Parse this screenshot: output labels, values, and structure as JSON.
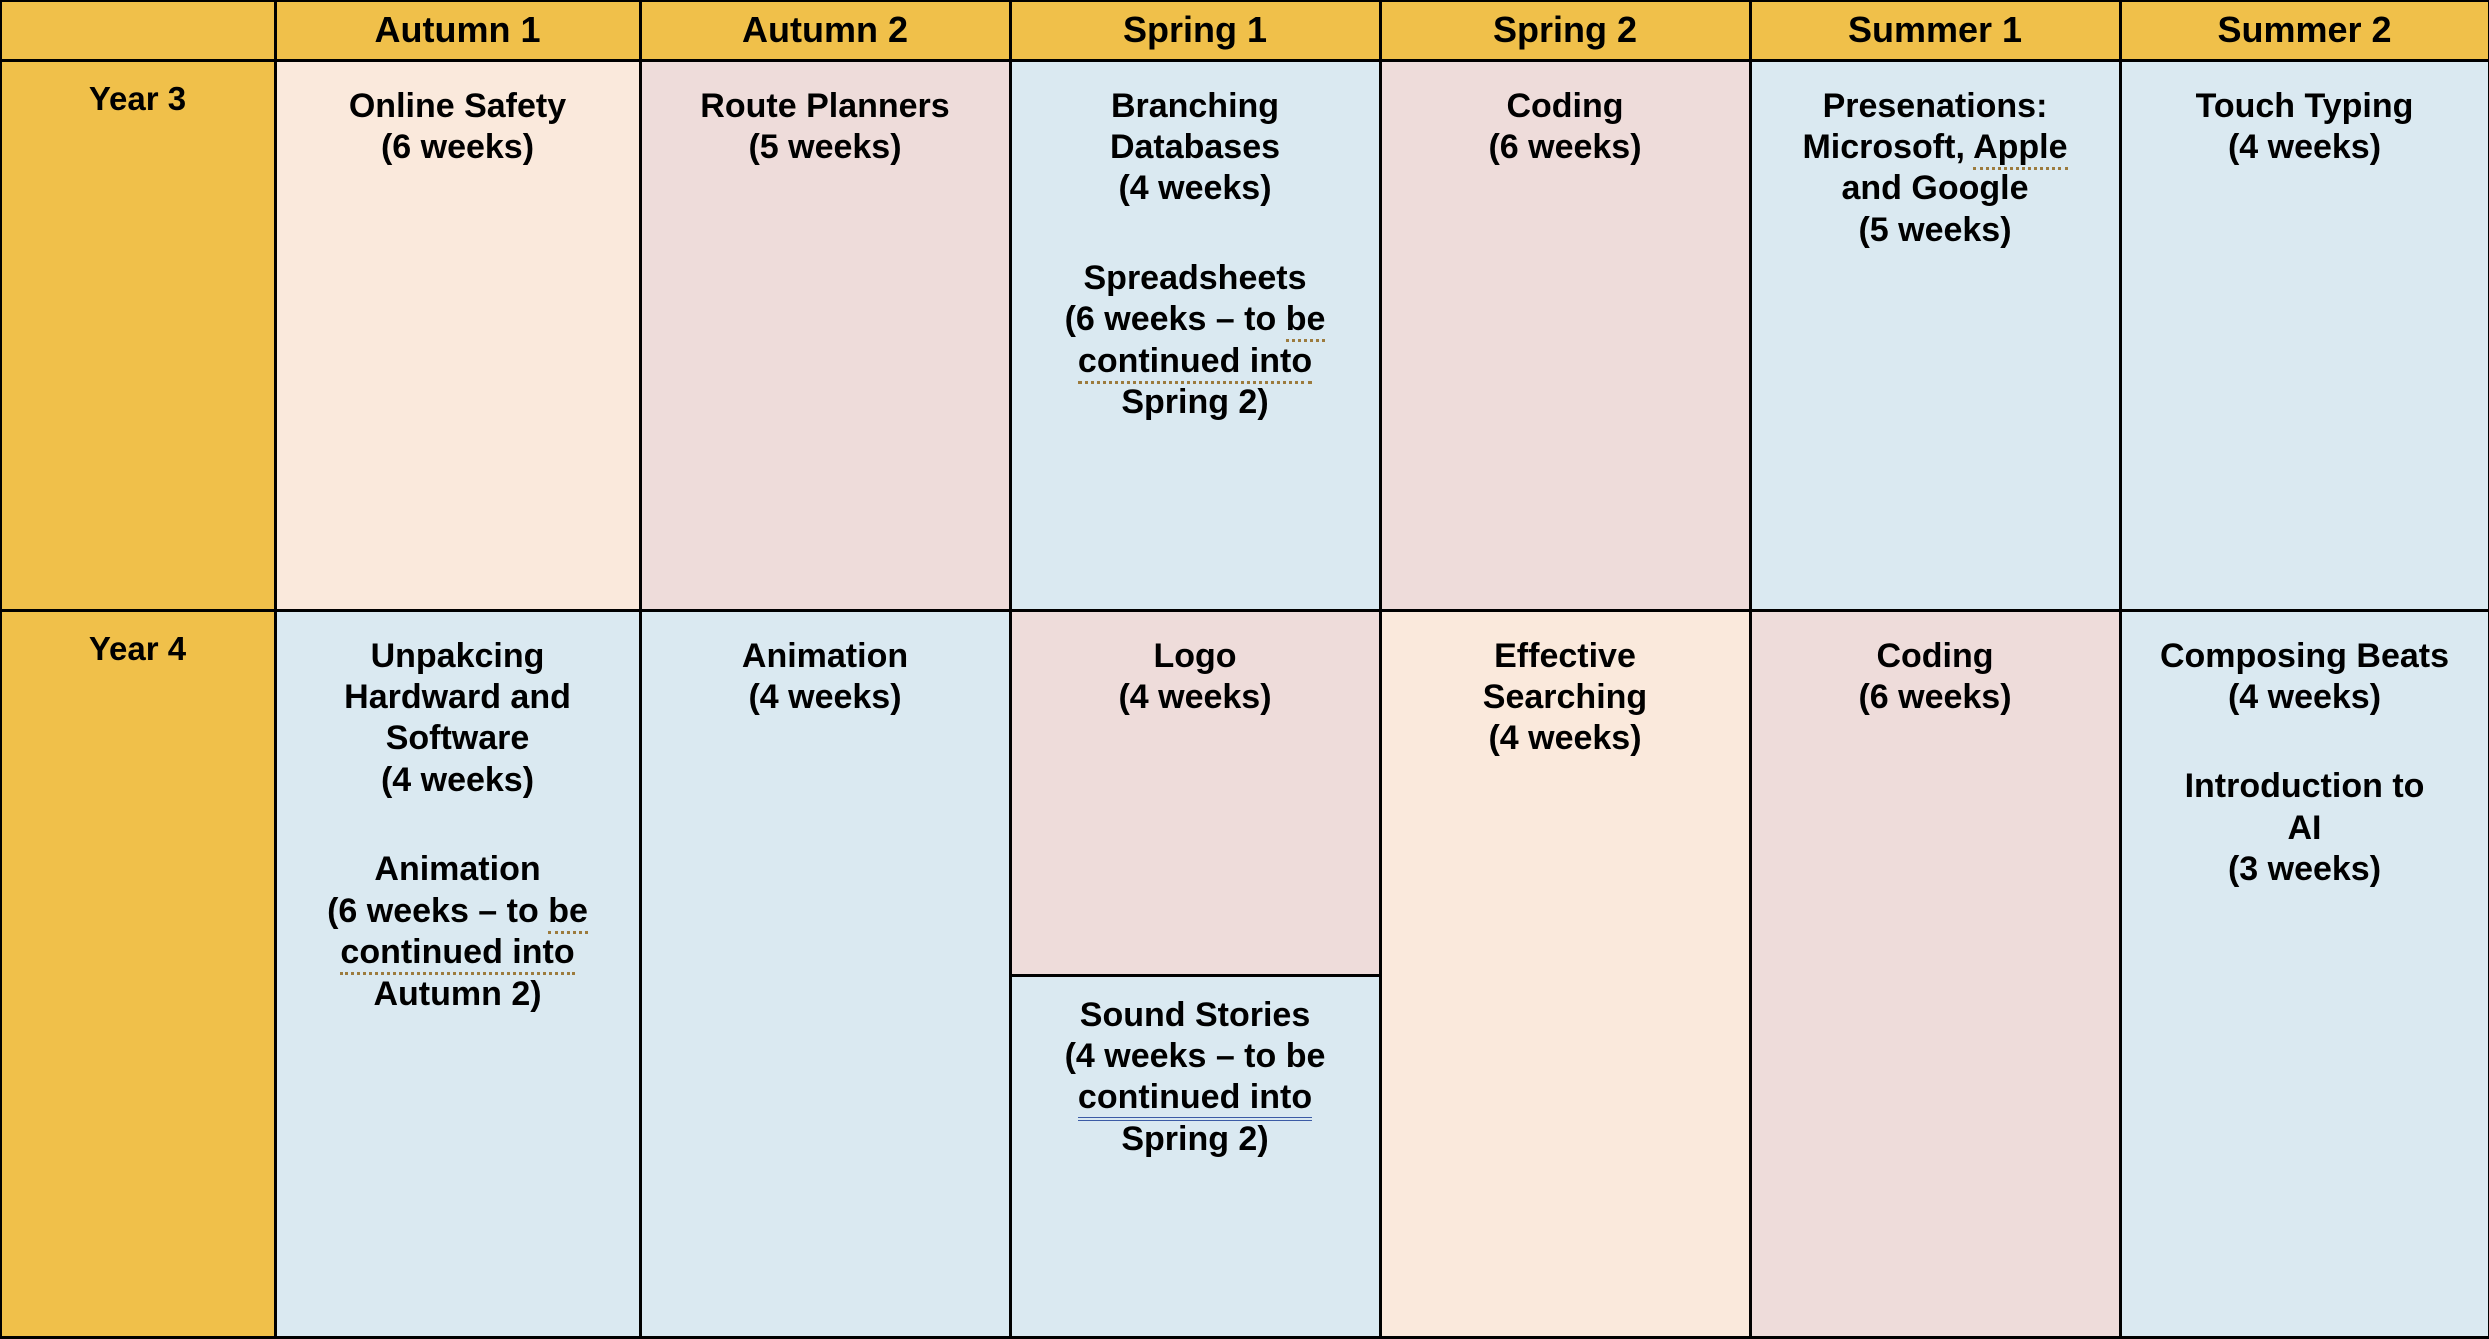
{
  "table": {
    "corner_label": "",
    "term_headers": [
      "Autumn 1",
      "Autumn 2",
      "Spring 1",
      "Spring 2",
      "Summer 1",
      "Summer 2"
    ],
    "year_labels": [
      "Year 3",
      "Year 4"
    ],
    "colors": {
      "header_yellow": "#F0C04A",
      "peach": "#FAE9DC",
      "pink": "#EEDCDA",
      "light_blue": "#DAE9F1",
      "border": "#000000",
      "spell_error_underline": "#9C7B3E",
      "grammar_error_underline": "#3B5BA5"
    },
    "rows": [
      {
        "year": "Year 3",
        "cells": [
          {
            "term": "Autumn 1",
            "background": "peach",
            "blocks": [
              {
                "title": "Online Safety",
                "duration": "(6 weeks)"
              }
            ]
          },
          {
            "term": "Autumn 2",
            "background": "pink",
            "blocks": [
              {
                "title": "Route Planners",
                "duration": "(5 weeks)"
              }
            ]
          },
          {
            "term": "Spring 1",
            "background": "light_blue",
            "blocks": [
              {
                "title_line1": "Branching",
                "title_line2": "Databases",
                "duration": "(4 weeks)"
              },
              {
                "title": "Spreadsheets",
                "note_line1_a": "(6 weeks – to ",
                "note_line1_b": "be",
                "note_line2": "continued into",
                "note_line3": "Spring 2)"
              }
            ]
          },
          {
            "term": "Spring 2",
            "background": "pink",
            "blocks": [
              {
                "title": "Coding",
                "duration": "(6 weeks)"
              }
            ]
          },
          {
            "term": "Summer 1",
            "background": "light_blue",
            "blocks": [
              {
                "title_line1": "Presenations:",
                "title_line2_a": "Microsoft, ",
                "title_line2_b": "Apple",
                "title_line3": "and Google",
                "duration": "(5 weeks)"
              }
            ]
          },
          {
            "term": "Summer 2",
            "background": "light_blue",
            "blocks": [
              {
                "title": "Touch Typing",
                "duration": "(4 weeks)"
              }
            ]
          }
        ]
      },
      {
        "year": "Year 4",
        "cells": [
          {
            "term": "Autumn 1",
            "background": "light_blue",
            "blocks": [
              {
                "title_line1": "Unpakcing",
                "title_line2": "Hardward and",
                "title_line3": "Software",
                "duration": "(4 weeks)"
              },
              {
                "title": "Animation",
                "note_line1_a": "(6 weeks – to ",
                "note_line1_b": "be",
                "note_line2": "continued into",
                "note_line3": "Autumn 2)"
              }
            ]
          },
          {
            "term": "Autumn 2",
            "background": "light_blue",
            "blocks": [
              {
                "title": "Animation",
                "duration": "(4 weeks)"
              }
            ]
          },
          {
            "term": "Spring 1",
            "background": "split",
            "top": {
              "background": "pink",
              "title": "Logo",
              "duration": "(4 weeks)"
            },
            "bottom": {
              "background": "light_blue",
              "title": "Sound Stories",
              "note_line1": "(4 weeks – to be",
              "note_line2": "continued  into",
              "note_line3": "Spring 2)"
            }
          },
          {
            "term": "Spring 2",
            "background": "peach",
            "blocks": [
              {
                "title_line1": "Effective",
                "title_line2": "Searching",
                "duration": "(4 weeks)"
              }
            ]
          },
          {
            "term": "Summer 1",
            "background": "pink",
            "blocks": [
              {
                "title": "Coding",
                "duration": "(6 weeks)"
              }
            ]
          },
          {
            "term": "Summer 2",
            "background": "light_blue",
            "blocks": [
              {
                "title": "Composing Beats",
                "duration": "(4 weeks)"
              },
              {
                "title_line1": "Introduction to",
                "title_line2": "AI",
                "duration": "(3 weeks)"
              }
            ]
          }
        ]
      }
    ]
  }
}
